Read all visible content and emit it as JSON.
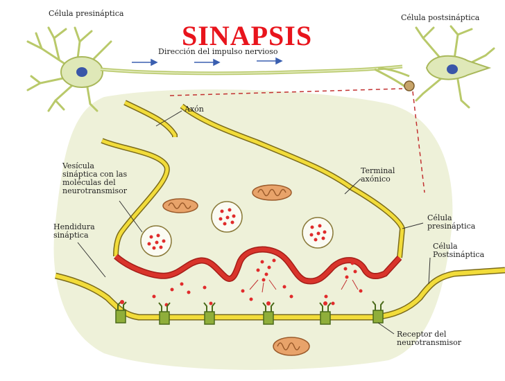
{
  "title": "SINAPSIS",
  "labels": {
    "presynaptic_cell": "Célula presináptica",
    "postsynaptic_cell": "Célula postsináptica",
    "impulse_direction": "Dirección del impulso nervioso",
    "axon": "Axón",
    "vesicle": "Vesícula\nsináptica con las\nmoléculas del\nneurotransmisor",
    "terminal": "Terminal\naxónico",
    "cell_pre": "Célula\npresináptica",
    "cleft": "Hendidura\nsináptica",
    "cell_post": "Célula\nPostsináptica",
    "receptor": "Receptor del\nneurotransmisor"
  },
  "colors": {
    "title": "#e8141c",
    "background_tint": "#eef1d9",
    "membrane_yellow": "#f2dc3a",
    "membrane_outline": "#7a6a1a",
    "active_zone_red": "#d9342b",
    "neurotransmitter_dot": "#e02b2b",
    "receptor_green": "#8fae3a",
    "mitochondria": "#e8a36a",
    "neuron_body": "#dfe8b8",
    "nucleus": "#3a56a8",
    "arrow_blue": "#3a5fb0"
  }
}
